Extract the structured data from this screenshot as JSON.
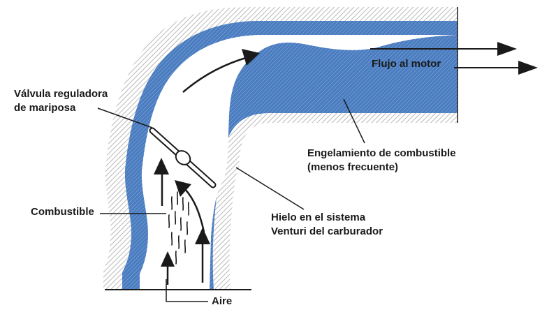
{
  "labels": {
    "valve_line1": "Válvula reguladora",
    "valve_line2": "de mariposa",
    "flow": "Flujo al motor",
    "fuel_ice_line1": "Engelamiento de combustible",
    "fuel_ice_line2": "(menos frecuente)",
    "fuel": "Combustible",
    "venturi_line1": "Hielo en el sistema",
    "venturi_line2": "Venturi del carburador",
    "air": "Aire"
  },
  "colors": {
    "ice_fill": "#4a7cc0",
    "housing_hatch": "#bdbdbd",
    "line": "#1a1a1a",
    "background": "#ffffff"
  }
}
